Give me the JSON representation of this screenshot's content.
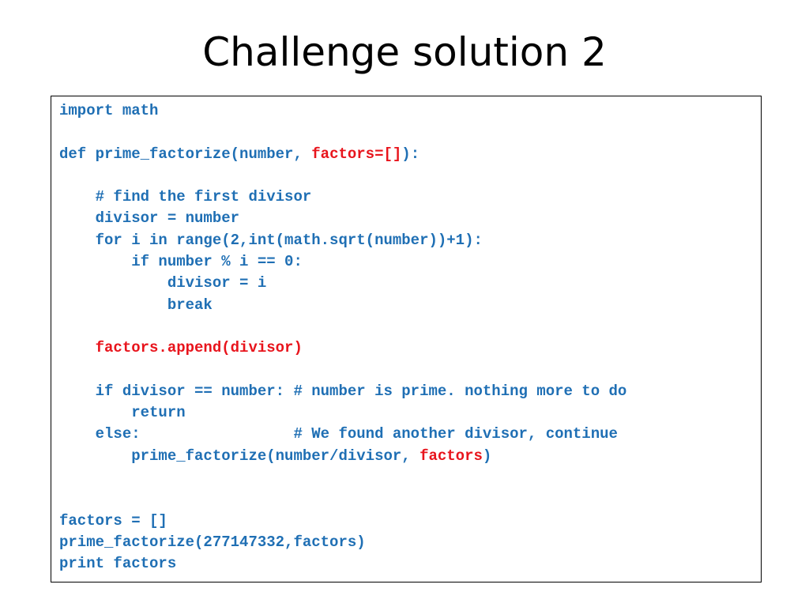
{
  "slide": {
    "title": "Challenge solution 2"
  },
  "colors": {
    "code_text": "#1F6FB4",
    "highlight": "#E8141C",
    "border": "#000000",
    "background": "#FFFFFF"
  },
  "code": {
    "lines": [
      [
        {
          "text": "import math",
          "hl": false
        }
      ],
      [],
      [
        {
          "text": "def prime_factorize(number, ",
          "hl": false
        },
        {
          "text": "factors=[]",
          "hl": true
        },
        {
          "text": "):",
          "hl": false
        }
      ],
      [],
      [
        {
          "text": "    # find the first divisor",
          "hl": false
        }
      ],
      [
        {
          "text": "    divisor = number",
          "hl": false
        }
      ],
      [
        {
          "text": "    for i in range(2,int(math.sqrt(number))+1):",
          "hl": false
        }
      ],
      [
        {
          "text": "        if number % i == 0:",
          "hl": false
        }
      ],
      [
        {
          "text": "            divisor = i",
          "hl": false
        }
      ],
      [
        {
          "text": "            break",
          "hl": false
        }
      ],
      [],
      [
        {
          "text": "    factors.append(divisor)",
          "hl": true
        }
      ],
      [],
      [
        {
          "text": "    if divisor == number: # number is prime. nothing more to do",
          "hl": false
        }
      ],
      [
        {
          "text": "        return",
          "hl": false
        }
      ],
      [
        {
          "text": "    else:                 # We found another divisor, continue",
          "hl": false
        }
      ],
      [
        {
          "text": "        prime_factorize(number/divisor, ",
          "hl": false
        },
        {
          "text": "factors",
          "hl": true
        },
        {
          "text": ")",
          "hl": false
        }
      ],
      [],
      [],
      [
        {
          "text": "factors = []",
          "hl": false
        }
      ],
      [
        {
          "text": "prime_factorize(277147332,factors)",
          "hl": false
        }
      ],
      [
        {
          "text": "print factors",
          "hl": false
        }
      ]
    ]
  }
}
